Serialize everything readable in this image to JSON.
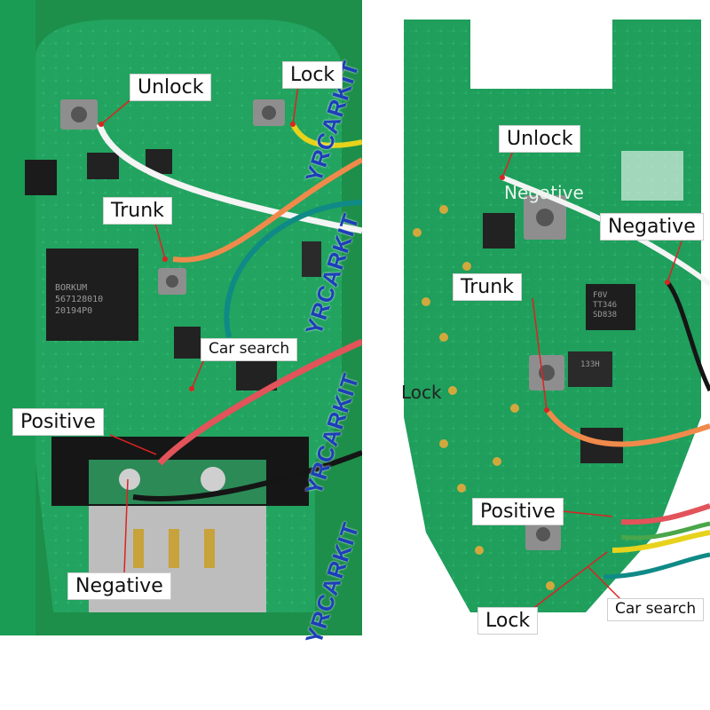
{
  "watermark": "YRCARKIT",
  "left_board": {
    "chip_text": [
      "BORKUM",
      "567128010",
      "20194P0"
    ],
    "labels": {
      "unlock": "Unlock",
      "lock": "Lock",
      "trunk": "Trunk",
      "car_search": "Car search",
      "positive": "Positive",
      "negative": "Negative"
    }
  },
  "right_board": {
    "chip_text": [
      "F0V",
      "TT346",
      "SD838"
    ],
    "chip2_text": "133H",
    "labels": {
      "unlock": "Unlock",
      "negative_faint": "Negative",
      "negative": "Negative",
      "trunk": "Trunk",
      "lock_faint": "Lock",
      "positive": "Positive",
      "lock": "Lock",
      "car_search": "Car search"
    }
  },
  "colors": {
    "pcb": "#1f9e5c",
    "pcb_dark": "#15804a",
    "background_left": "#1d8f4a",
    "wire_white": "#f4f4f4",
    "wire_orange": "#f08a4b",
    "wire_teal": "#0f8a86",
    "wire_red": "#e2535a",
    "wire_black": "#151515",
    "wire_yellow": "#e7d21c",
    "wire_green": "#49a64a"
  }
}
